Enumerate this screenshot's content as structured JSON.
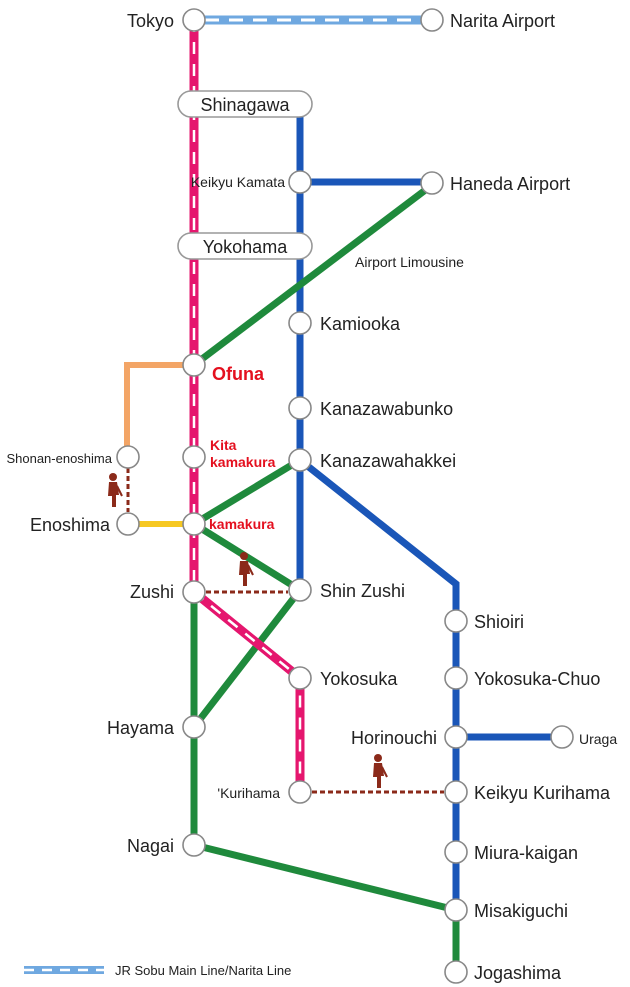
{
  "colors": {
    "jr_sobu": "#6fa8e0",
    "jr_main": "#e5166e",
    "keikyu": "#1a56b8",
    "bus": "#1f8a3c",
    "enoden": "#f6c822",
    "monorail": "#f3a566",
    "walk": "#8b2a1a"
  },
  "stations": {
    "tokyo": "Tokyo",
    "narita": "Narita Airport",
    "shinagawa": "Shinagawa",
    "keikyu_kamata": "Keikyu Kamata",
    "haneda": "Haneda Airport",
    "yokohama": "Yokohama",
    "kamiooka": "Kamiooka",
    "ofuna": "Ofuna",
    "kanazawabunko": "Kanazawabunko",
    "shonan_enoshima": "Shonan-enoshima",
    "kita_kamakura_1": "Kita",
    "kita_kamakura_2": "kamakura",
    "kanazawahakkei": "Kanazawahakkei",
    "enoshima": "Enoshima",
    "kamakura": "kamakura",
    "zushi": "Zushi",
    "shin_zushi": "Shin Zushi",
    "shioiri": "Shioiri",
    "yokosuka": "Yokosuka",
    "yokosuka_chuo": "Yokosuka-Chuo",
    "hayama": "Hayama",
    "horinouchi": "Horinouchi",
    "uraga": "Uraga",
    "kurihama": "'Kurihama",
    "keikyu_kurihama": "Keikyu Kurihama",
    "nagai": "Nagai",
    "miura_kaigan": "Miura-kaigan",
    "misakiguchi": "Misakiguchi",
    "jogashima": "Jogashima"
  },
  "annotations": {
    "airport_limousine": "Airport Limousine"
  },
  "legend": {
    "jr_sobu": "JR Sobu Main Line/Narita Line"
  },
  "icons": {
    "walk": "walking-person-icon"
  }
}
